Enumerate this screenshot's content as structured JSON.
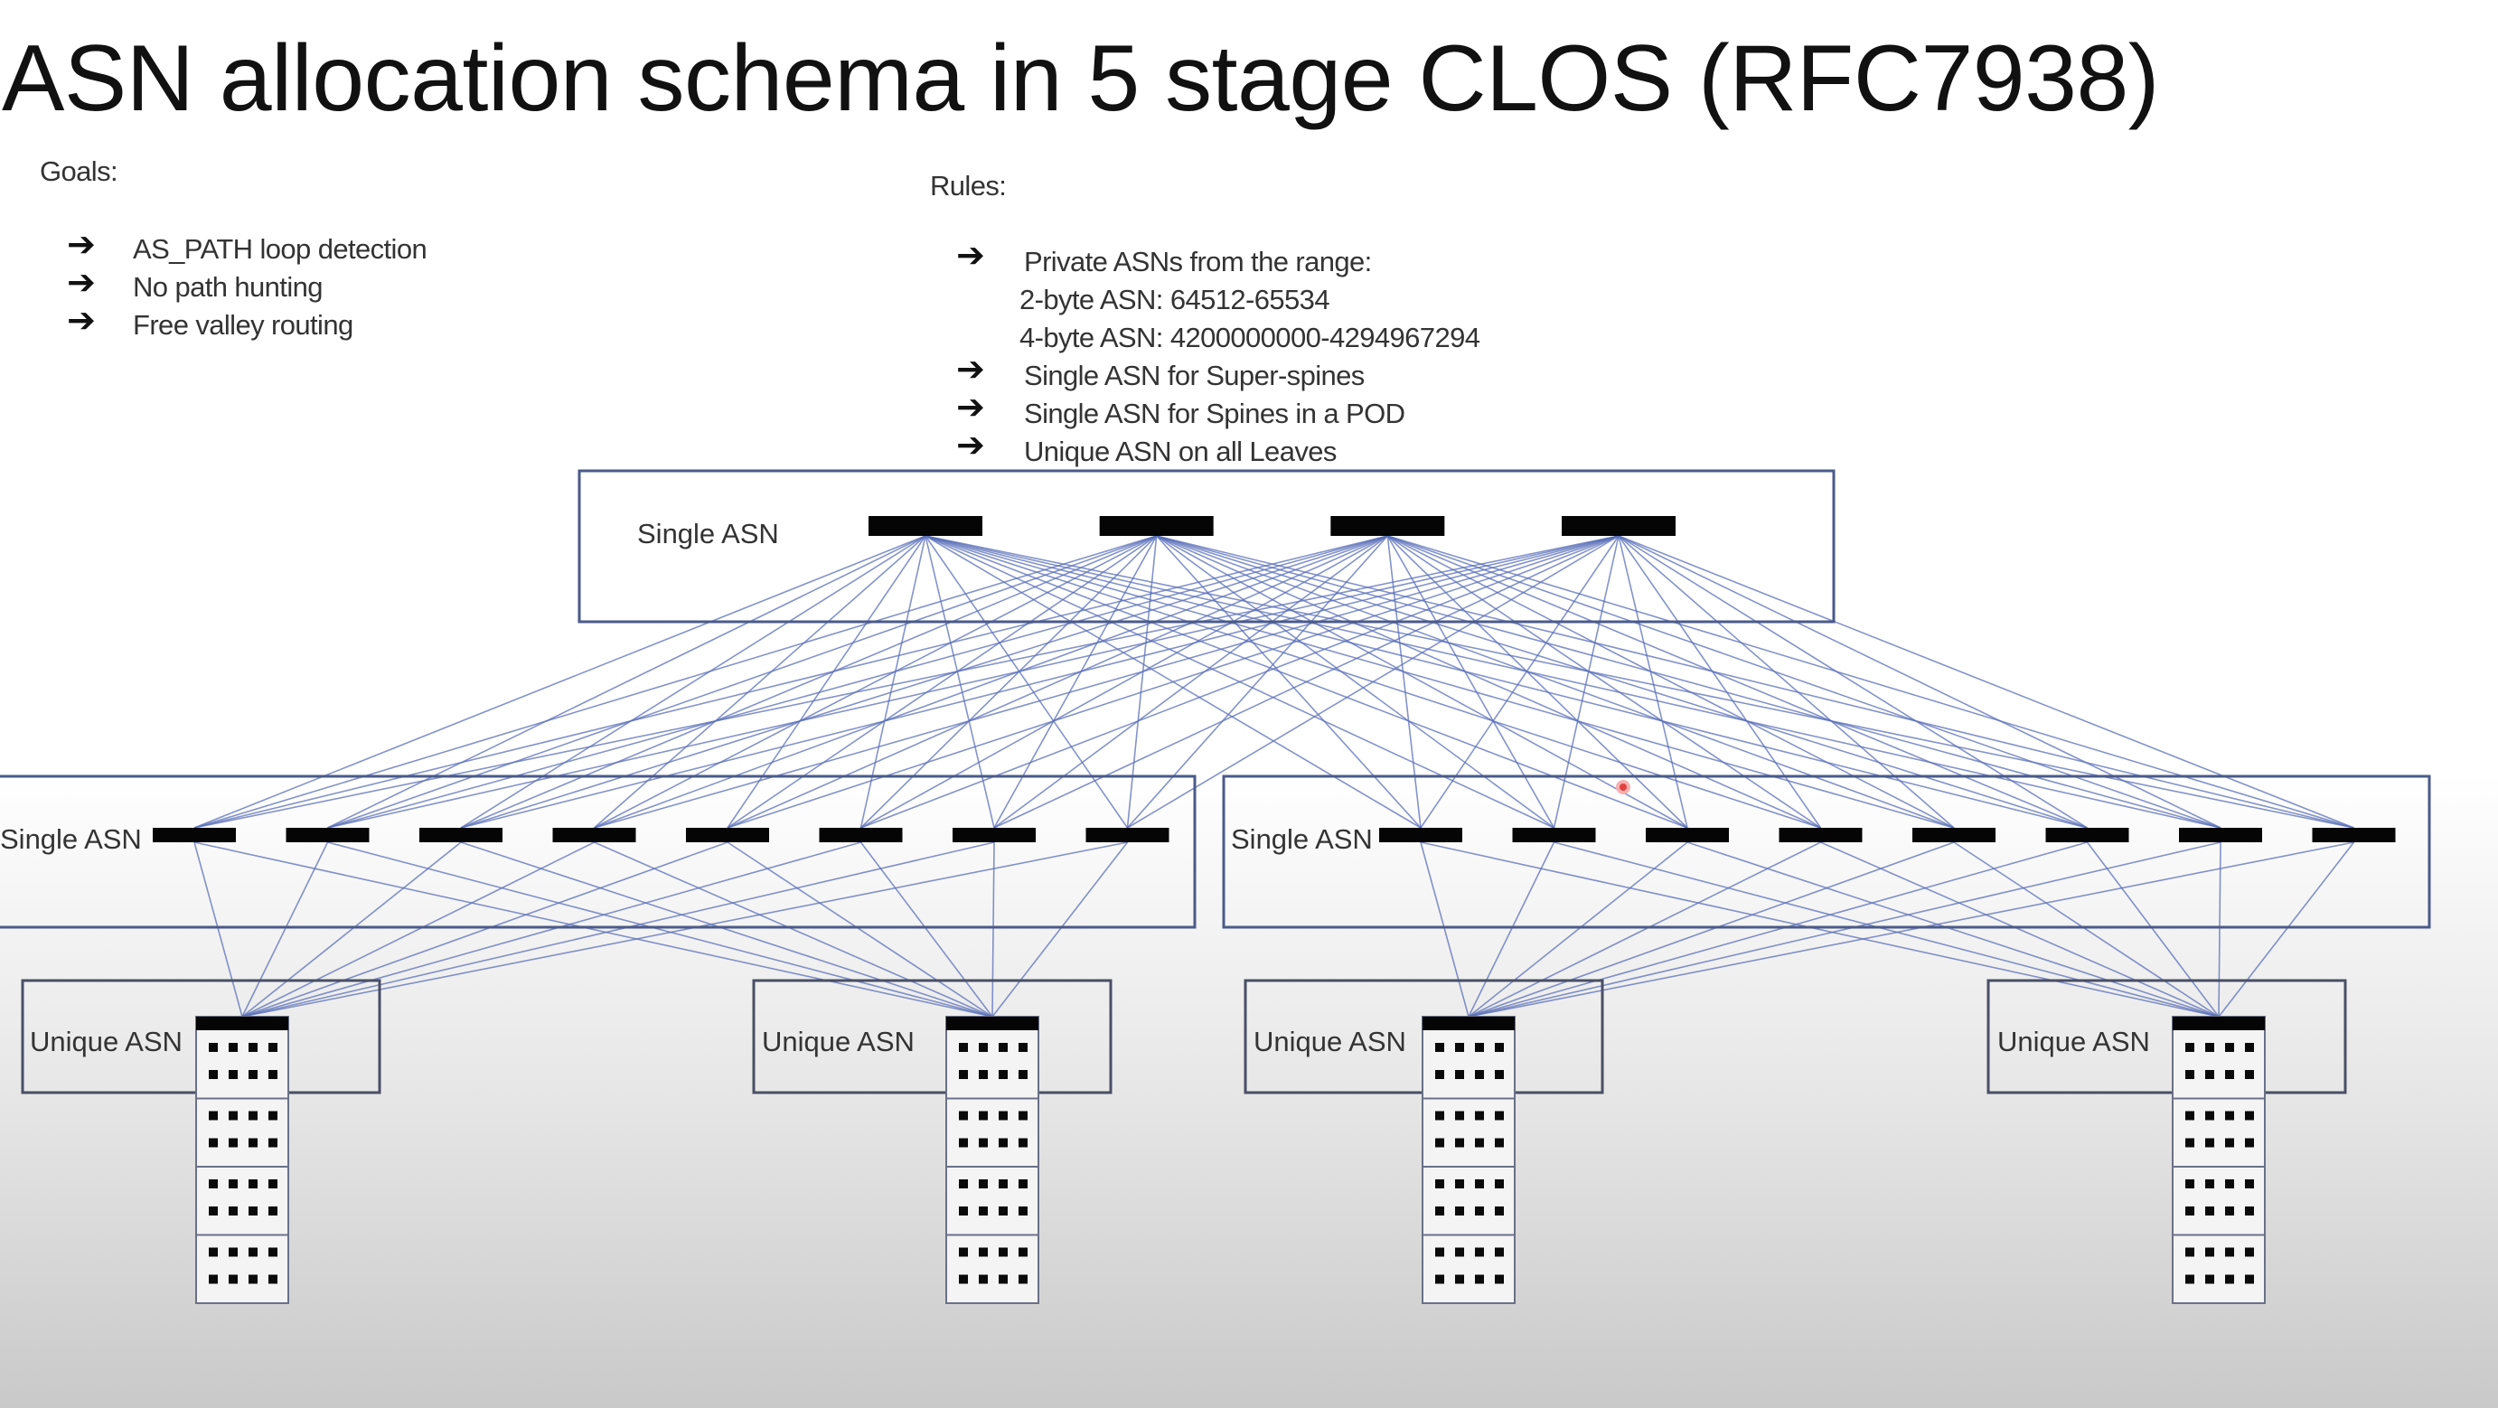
{
  "title": "ASN allocation schema in 5 stage CLOS (RFC7938)",
  "goals": {
    "heading": "Goals:",
    "items": [
      {
        "icon": "right-arrow-icon",
        "text": "AS_PATH loop detection"
      },
      {
        "icon": "right-arrow-icon",
        "text": "No path hunting"
      },
      {
        "icon": "right-arrow-icon",
        "text": "Free valley routing"
      }
    ]
  },
  "rules": {
    "heading": "Rules:",
    "items": [
      {
        "icon": "right-arrow-icon",
        "text": "Private ASNs from the range:",
        "sub": [
          "2-byte ASN: 64512-65534",
          "4-byte ASN: 4200000000-4294967294"
        ]
      },
      {
        "icon": "right-arrow-icon",
        "text": "Single ASN for Super-spines"
      },
      {
        "icon": "right-arrow-icon",
        "text": "Single ASN for Spines in a POD"
      },
      {
        "icon": "right-arrow-icon",
        "text": "Unique ASN on all Leaves"
      }
    ]
  },
  "diagram": {
    "link_color": "#5a6fb8",
    "box_color": "#4a5a8a",
    "super_spine_tier": {
      "label": "Single ASN",
      "node_count": 4
    },
    "pods": [
      {
        "label": "Single ASN",
        "spine_count": 8
      },
      {
        "label": "Single ASN",
        "spine_count": 8
      }
    ],
    "leaves": [
      {
        "label": "Unique ASN",
        "pod": 0
      },
      {
        "label": "Unique ASN",
        "pod": 0
      },
      {
        "label": "Unique ASN",
        "pod": 1
      },
      {
        "label": "Unique ASN",
        "pod": 1
      }
    ],
    "rack_sections": 4,
    "ports_per_row": 4
  }
}
